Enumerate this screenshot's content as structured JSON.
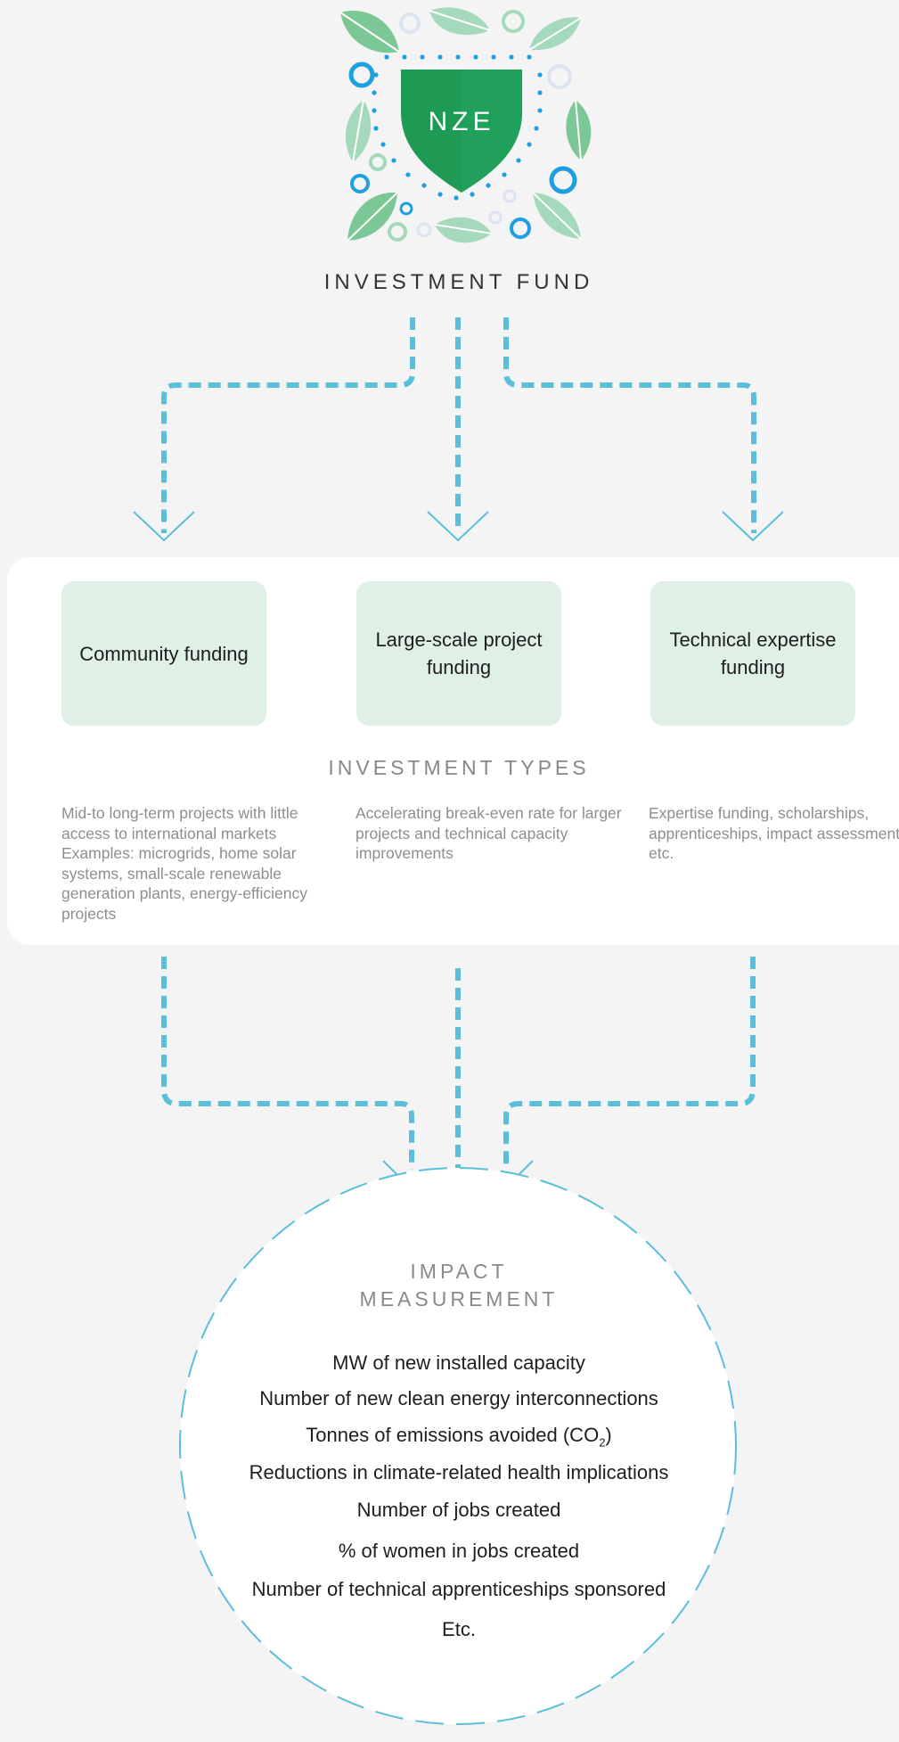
{
  "logo": {
    "badge_text": "NZE",
    "colors": {
      "shield": "#1e9a55",
      "shield_dark": "#157a42",
      "leaf": "#6fc18e",
      "leaf_light": "#a9dcc0",
      "dot_blue": "#1d9fe0",
      "ring_light": "#dce4f2"
    }
  },
  "fund": {
    "title": "INVESTMENT FUND"
  },
  "investment_types": {
    "title": "INVESTMENT TYPES",
    "box_color": "#dff0e6",
    "types": [
      {
        "label": "Community funding",
        "description": "Mid-to long-term projects with little access to international markets Examples: microgrids, home solar systems, small-scale renewable generation plants, energy-efficiency projects"
      },
      {
        "label": "Large-scale project funding",
        "description": "Accelerating break-even rate for larger projects and technical capacity improvements"
      },
      {
        "label": "Technical expertise funding",
        "description": "Expertise funding, scholarships, apprenticeships, impact assessments, etc."
      }
    ]
  },
  "impact": {
    "title": "IMPACT MEASUREMENT",
    "items": [
      "MW of new installed capacity",
      "Number of new clean energy interconnections",
      "Tonnes of emissions avoided (CO",
      "Reductions in climate-related health implications",
      "Number of jobs created",
      "% of women in jobs created",
      "Number of technical apprenticeships sponsored",
      "Etc."
    ],
    "co2_subscript": "2",
    "co2_suffix": ")"
  },
  "colors": {
    "connector": "#5bbfdc",
    "circle_border": "#5bbfdc",
    "background": "#f4f4f4"
  }
}
